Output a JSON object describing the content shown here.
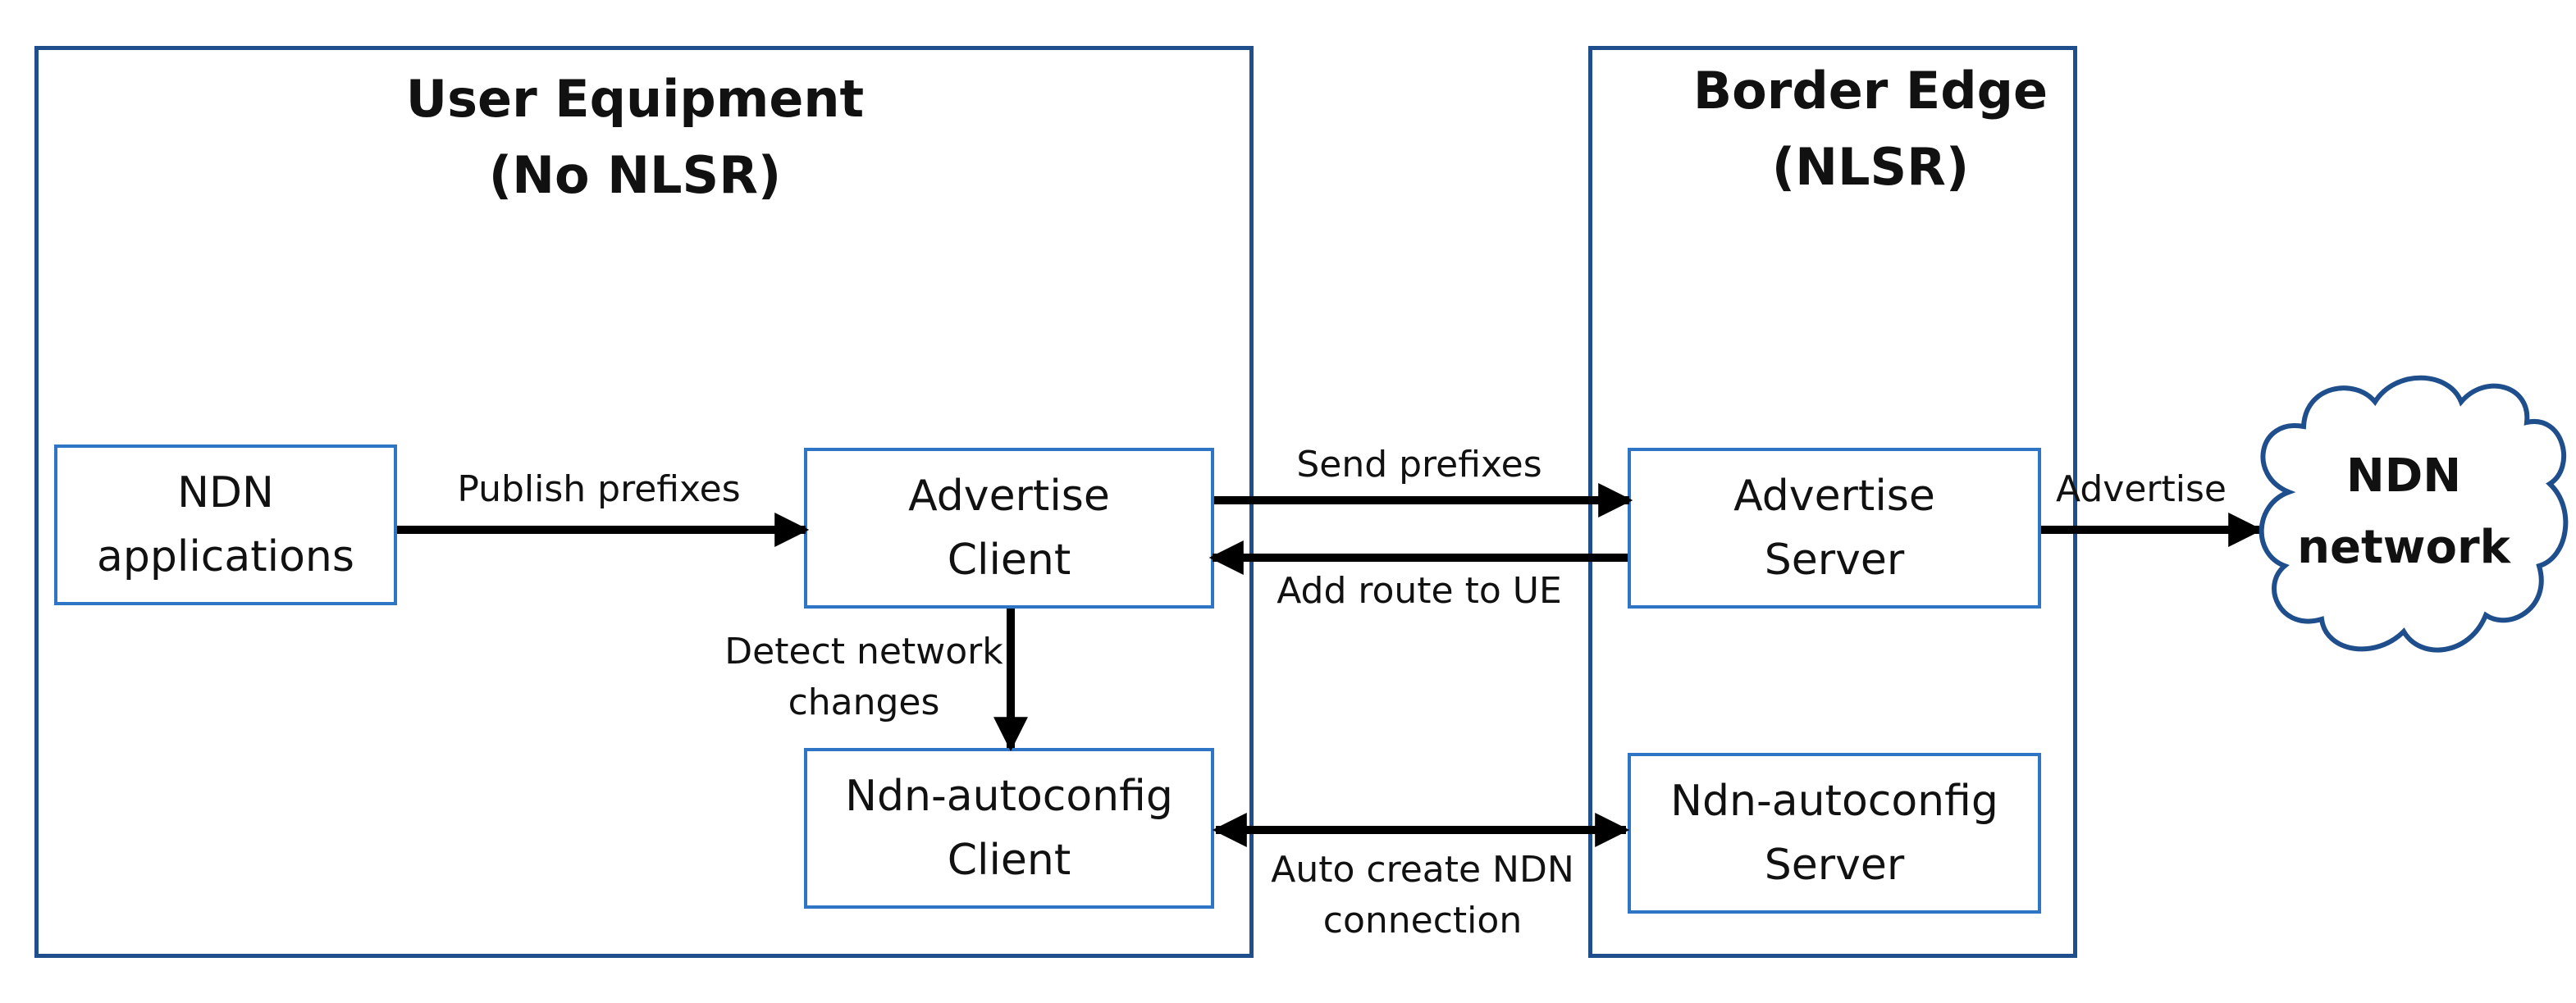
{
  "user_equipment": {
    "title_line1": "User Equipment",
    "title_line2": "(No NLSR)",
    "ndn_applications": {
      "line1": "NDN",
      "line2": "applications"
    },
    "advertise_client": {
      "line1": "Advertise",
      "line2": "Client"
    },
    "autoconfig_client": {
      "line1": "Ndn-autoconfig",
      "line2": "Client"
    }
  },
  "border_edge": {
    "title_line1": "Border Edge",
    "title_line2": "(NLSR)",
    "advertise_server": {
      "line1": "Advertise",
      "line2": "Server"
    },
    "autoconfig_server": {
      "line1": "Ndn-autoconfig",
      "line2": "Server"
    }
  },
  "cloud": {
    "line1": "NDN",
    "line2": "network"
  },
  "edges": {
    "publish_prefixes": "Publish prefixes",
    "detect_line1": "Detect network",
    "detect_line2": "changes",
    "send_prefixes": "Send prefixes",
    "add_route": "Add route to UE",
    "advertise": "Advertise",
    "auto_line1": "Auto create NDN",
    "auto_line2": "connection"
  },
  "colors": {
    "container_border": "#1f4e8c",
    "box_border": "#2e75c5",
    "arrow": "#000000",
    "cloud_border": "#1f4e8c"
  }
}
